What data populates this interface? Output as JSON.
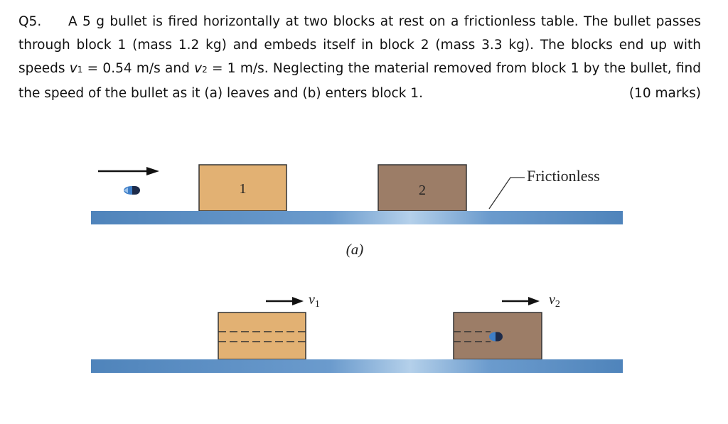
{
  "question": {
    "number": "Q5.",
    "part1": "A 5 g bullet is fired horizontally at two blocks at rest on a frictionless table. The bullet passes through block 1 (mass 1.2 kg) and embeds itself in block 2 (mass 3.3 kg). The blocks end up with speeds ",
    "v1_symbol": "v",
    "v1_sub": "1",
    "part2": " = 0.54 m/s and ",
    "v2_symbol": "v",
    "v2_sub": "2",
    "part3": " = 1 m/s. Neglecting the material removed from block 1 by the bullet, find the speed of the bullet as it (a) leaves and (b) enters block 1.",
    "marks": "(10 marks)"
  },
  "figure": {
    "block1_label": "1",
    "block2_label": "2",
    "frictionless_label": "Frictionless",
    "part_a_label": "(a)",
    "v1_label_symbol": "v",
    "v1_label_sub": "1",
    "v2_label_symbol": "v",
    "v2_label_sub": "2",
    "colors": {
      "table": "#5b8fc4",
      "table_highlight": "#aac8e6",
      "block1": "#e2b173",
      "block2": "#9c7d67",
      "bullet": "#3f7fc8"
    }
  }
}
